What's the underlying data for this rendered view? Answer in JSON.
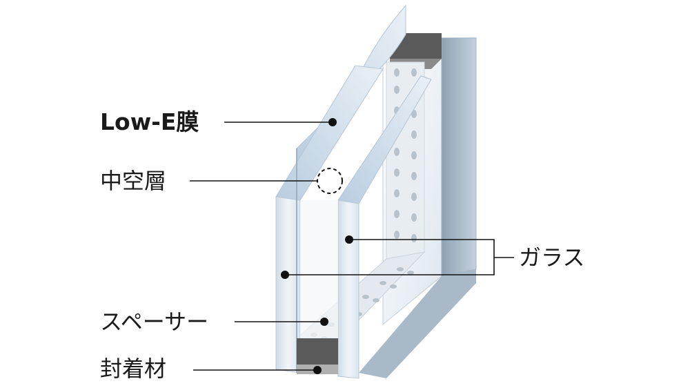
{
  "labels": {
    "lowe": "Low-E膜",
    "air_layer": "中空層",
    "glass": "ガラス",
    "spacer": "スペーサー",
    "sealant": "封着材"
  },
  "colors": {
    "glass_face": "#eef3f8",
    "glass_edge": "#c9d8e6",
    "spacer": "#5a5a5a",
    "sealant": "#b0b0b0",
    "leader": "#111111"
  }
}
